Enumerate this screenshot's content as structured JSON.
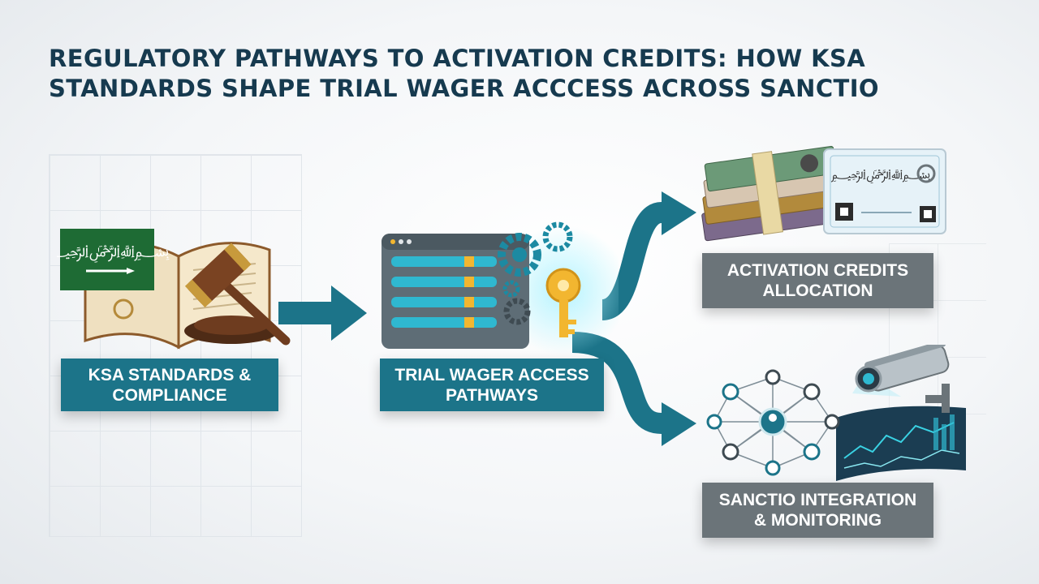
{
  "title": {
    "line1": "REGULATORY PATHWAYS TO ACTIVATION CREDITS: HOW KSA",
    "line2": "STANDARDS SHAPE TRIAL WAGER ACCCESS ACROSS SANCTIO"
  },
  "nodes": {
    "ksa": {
      "line1": "KSA STANDARDS &",
      "line2": "COMPLIANCE"
    },
    "trial": {
      "line1": "TRIAL WAGER ACCESS",
      "line2": "PATHWAYS"
    },
    "credits": {
      "line1": "ACTIVATION CREDITS",
      "line2": "ALLOCATION"
    },
    "sanctio": {
      "line1": "SANCTIO INTEGRATION",
      "line2": "& MONITORING"
    }
  },
  "colors": {
    "teal": "#1c7489",
    "gray": "#6b7479",
    "title": "#163a4f",
    "flag_green": "#1e6b34",
    "gold": "#f2b630"
  },
  "icons": [
    "saudi-flag-icon",
    "law-book-icon",
    "gavel-icon",
    "browser-window-icon",
    "gear-icon",
    "key-icon",
    "banknotes-icon",
    "certificate-icon",
    "network-icon",
    "security-camera-icon",
    "data-screen-icon",
    "arrow-icon"
  ]
}
